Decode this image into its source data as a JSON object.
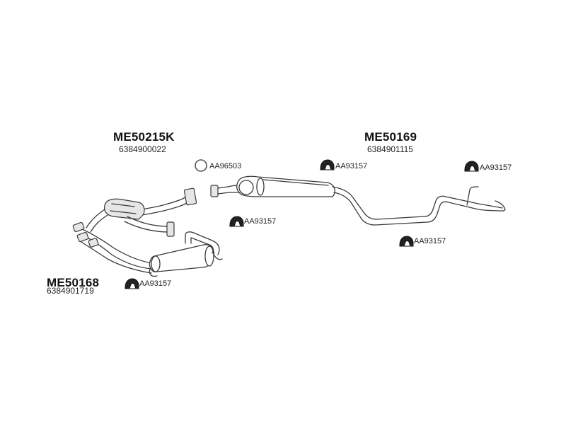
{
  "assemblies": [
    {
      "code": "ME50215K",
      "number": "6384900022"
    },
    {
      "code": "ME50169",
      "number": "6384901115"
    },
    {
      "code": "ME50168",
      "number": "6384901719"
    }
  ],
  "accessories": {
    "ring_ref": "AA96503",
    "hanger_ref_1": "AA93157",
    "hanger_ref_2": "AA93157",
    "hanger_ref_3": "AA93157",
    "hanger_ref_4": "AA93157",
    "hanger_ref_5": "AA93157"
  }
}
